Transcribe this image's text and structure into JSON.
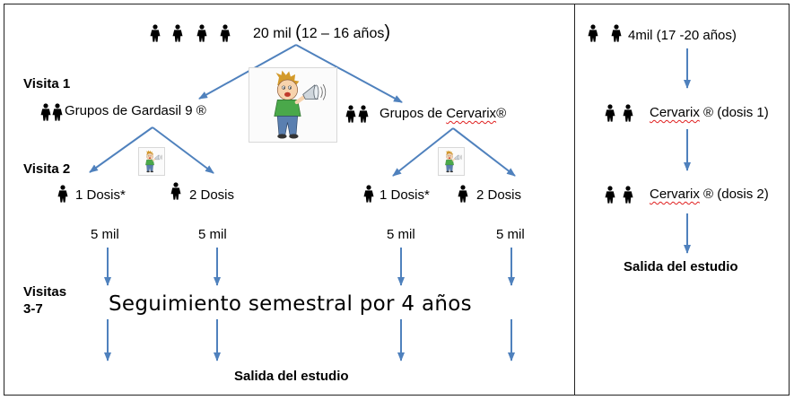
{
  "header": {
    "cohort_main": "20 mil",
    "cohort_main_ages": "12 – 16 años",
    "cohort_side": "4mil (17 -20  años)"
  },
  "visits": {
    "v1": "Visita 1",
    "v2": "Visita 2",
    "v37_line1": "Visitas",
    "v37_line2": "3-7"
  },
  "groups": {
    "gardasil": "Grupos de Gardasil 9 ®",
    "cervarix_prefix": "Grupos de ",
    "cervarix_name": "Cervarix",
    "cervarix_suffix": "®"
  },
  "doses": {
    "one": "1 Dosis*",
    "two": "2 Dosis"
  },
  "counts": {
    "five_mil": "5 mil"
  },
  "side_branch": {
    "name": "Cervarix",
    "dose1_suffix": " ® (dosis 1)",
    "dose2_suffix": " ® (dosis 2)",
    "exit": "Salida del estudio"
  },
  "followup": "Seguimiento semestral por 4 años",
  "exit_main": "Salida del estudio",
  "colors": {
    "arrow": "#4f81bd",
    "squiggle": "#e02020"
  },
  "icons": [
    "person-icon",
    "boy-megaphone-icon"
  ]
}
